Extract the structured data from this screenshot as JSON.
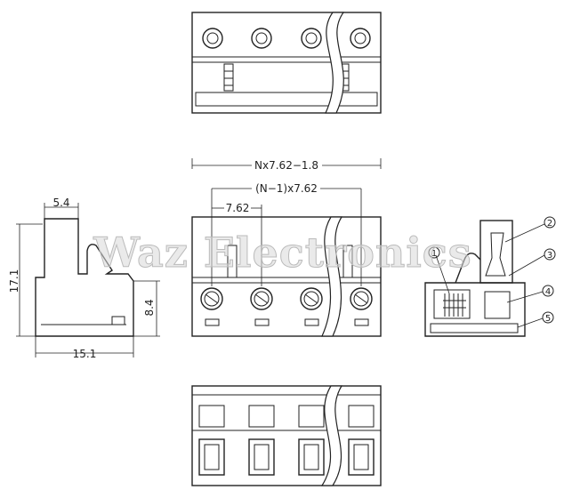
{
  "dimensions": {
    "side_top_width": "5.4",
    "side_height": "17.1",
    "side_lower_height": "8.4",
    "side_base_width": "15.1",
    "front_overall": "Nx7.62−1.8",
    "front_span": "(N−1)x7.62",
    "front_pitch": "7.62"
  },
  "callouts": [
    "1",
    "2",
    "3",
    "4",
    "5"
  ],
  "watermark": "Waz Electronics"
}
